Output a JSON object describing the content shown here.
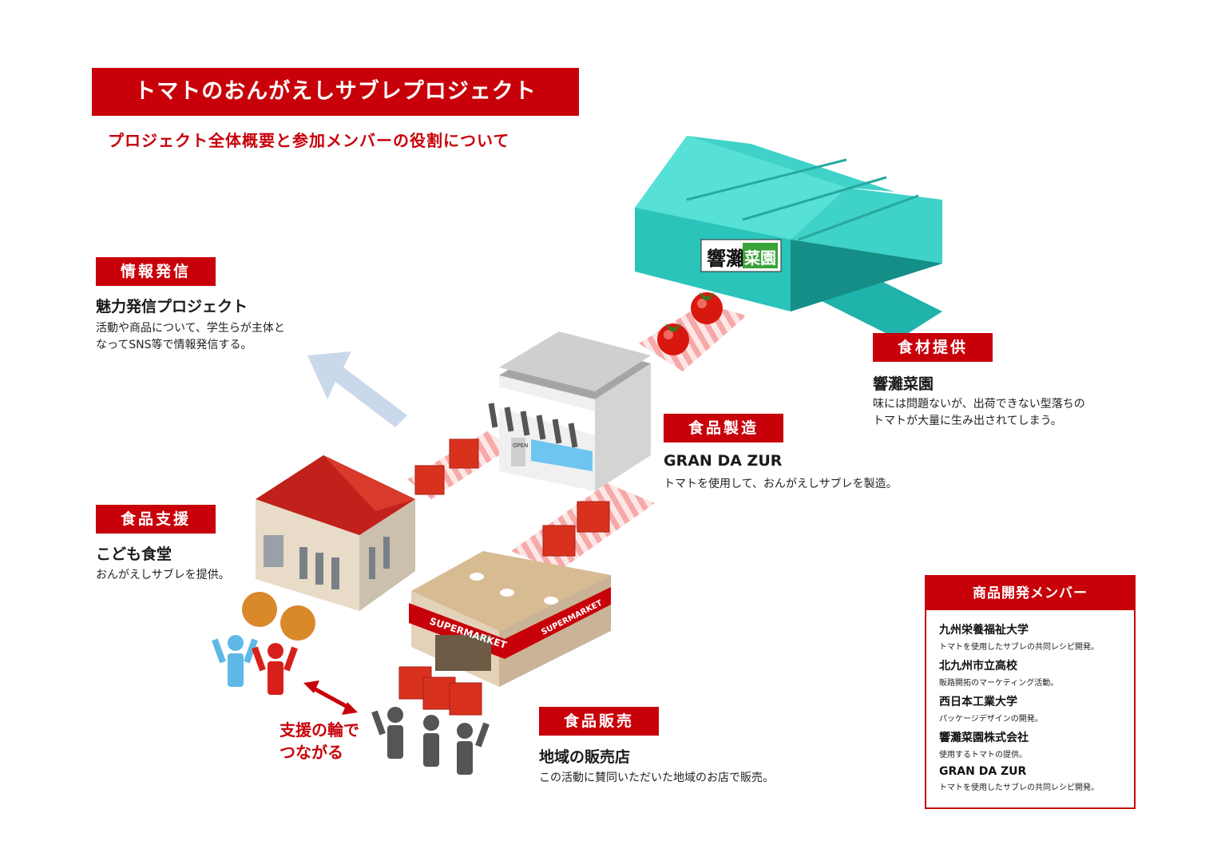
{
  "title": "トマトのおんがえしサブレプロジェクト",
  "subtitle": "プロジェクト全体概要と参加メンバーの役割について",
  "sections": {
    "info": {
      "tag": "情報発信",
      "heading": "魅力発信プロジェクト",
      "desc_line1": "活動や商品について、学生らが主体と",
      "desc_line2": "なってSNS等で情報発信する。"
    },
    "supply": {
      "tag": "食材提供",
      "heading": "響灘菜園",
      "desc_line1": "味には問題ないが、出荷できない型落ちの",
      "desc_line2": "トマトが大量に生み出されてしまう。"
    },
    "manufacture": {
      "tag": "食品製造",
      "heading": "GRAN DA ZUR",
      "desc_line1": "トマトを使用して、おんがえしサブレを製造。"
    },
    "aid": {
      "tag": "食品支援",
      "heading": "こども食堂",
      "desc_line1": "おんがえしサブレを提供。"
    },
    "sales": {
      "tag": "食品販売",
      "heading": "地域の販売店",
      "desc_line1": "この活動に賛同いただいた地域のお店で販売。"
    }
  },
  "support_text": {
    "line1": "支援の輪で",
    "line2": "つながる"
  },
  "greenhouse_sign": {
    "left": "響灘",
    "right": "菜園"
  },
  "shop": {
    "sign": "OPEN"
  },
  "supermarket": {
    "sign_front": "SUPERMARKET",
    "sign_side": "SUPERMARKET"
  },
  "members": {
    "title": "商品開発メンバー",
    "items": [
      {
        "name": "九州栄養福祉大学",
        "desc": "トマトを使用したサブレの共同レシピ開発。"
      },
      {
        "name": "北九州市立高校",
        "desc": "販路開拓のマーケティング活動。"
      },
      {
        "name": "西日本工業大学",
        "desc": "パッケージデザインの開発。"
      },
      {
        "name": "響灘菜園株式会社",
        "desc": "使用するトマトの提供。"
      },
      {
        "name": "GRAN DA ZUR",
        "desc": "トマトを使用したサブレの共同レシピ開発。"
      }
    ]
  },
  "colors": {
    "accent": "#c8000a",
    "greenhouse": "#3ccfc6",
    "path": "#f4a8a8",
    "arrow": "#c9d8ea"
  }
}
